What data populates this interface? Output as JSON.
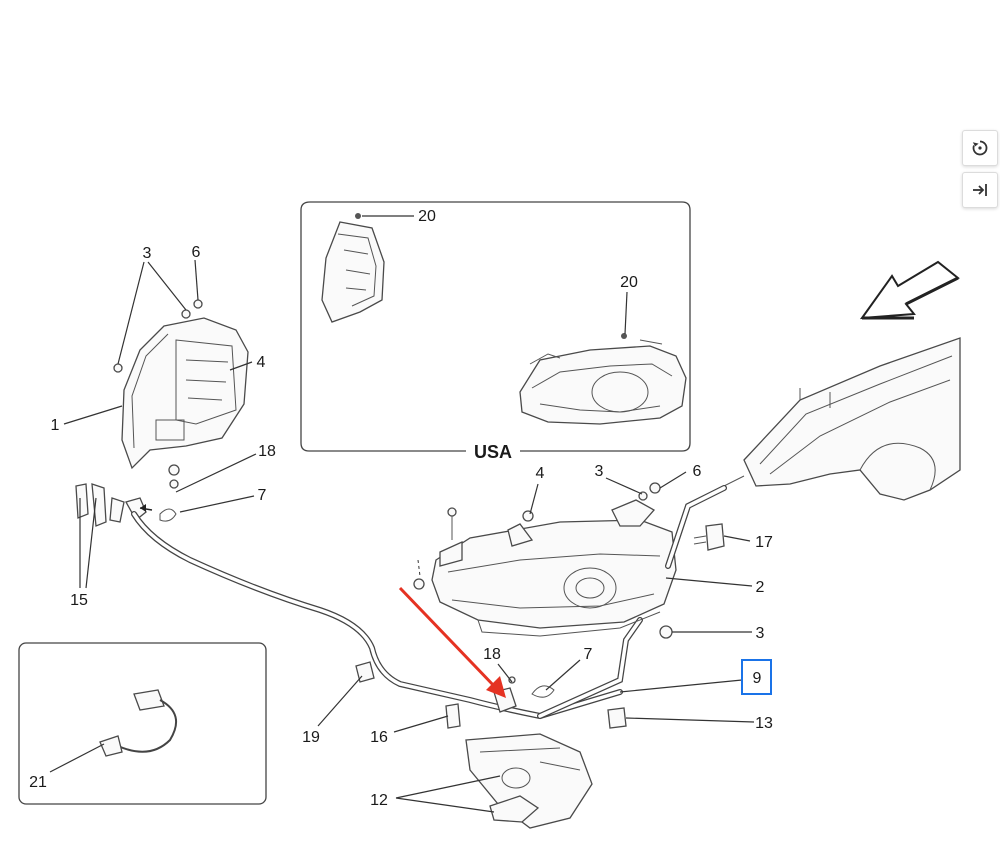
{
  "toolbar": {
    "reset_icon": "rotate-reset-icon",
    "fit_icon": "arrow-to-right-bar-icon"
  },
  "diagram": {
    "inset_usa_label": "USA",
    "highlight_color": "#1a73e8",
    "arrow_color": "#e53222",
    "callouts": {
      "c1": "1",
      "c2": "2",
      "c3a": "3",
      "c3b": "3",
      "c3c": "3",
      "c4a": "4",
      "c4b": "4",
      "c6a": "6",
      "c6b": "6",
      "c7a": "7",
      "c7b": "7",
      "c9": "9",
      "c12": "12",
      "c13": "13",
      "c15": "15",
      "c16": "16",
      "c17": "17",
      "c18a": "18",
      "c18b": "18",
      "c19": "19",
      "c20a": "20",
      "c20b": "20",
      "c21": "21"
    }
  }
}
